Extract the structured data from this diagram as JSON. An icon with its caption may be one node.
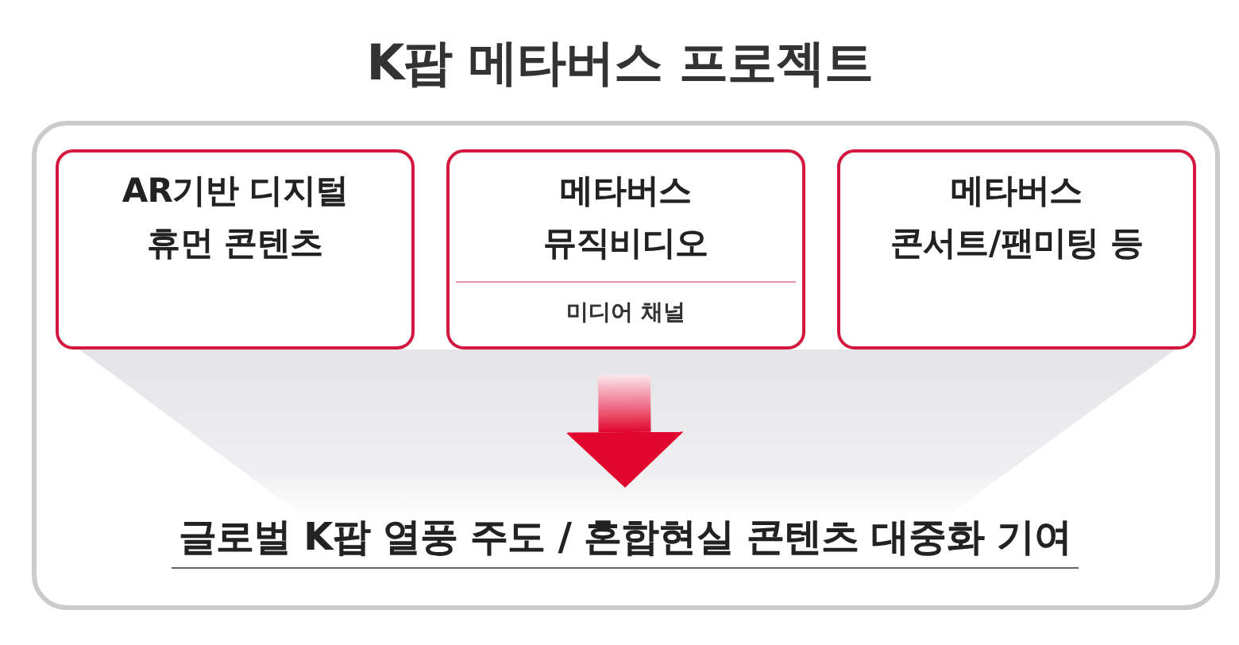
{
  "diagram": {
    "title": "K팝 메타버스 프로젝트",
    "nodes": [
      {
        "text": [],
        "shape": "box"
      },
      {
        "text": [
          "AR기반 디지털 휴먼 콘텐츠"
        ],
        "in": 0
      },
      {
        "text": [
          "메타버스 뮤직비디오",
          "미디어 채널"
        ],
        "in": 0
      },
      {
        "text": [
          "메타버스 콘서트/팬미팅 등"
        ],
        "in": 0
      },
      {
        "text": [
          "글로벌 K팝 열풍 주도 / 혼합현실 콘텐츠 대중화 기여"
        ],
        "in": 0
      }
    ],
    "edges": [
      {
        "from": null,
        "to": 4,
        "arrow": "to"
      }
    ]
  }
}
